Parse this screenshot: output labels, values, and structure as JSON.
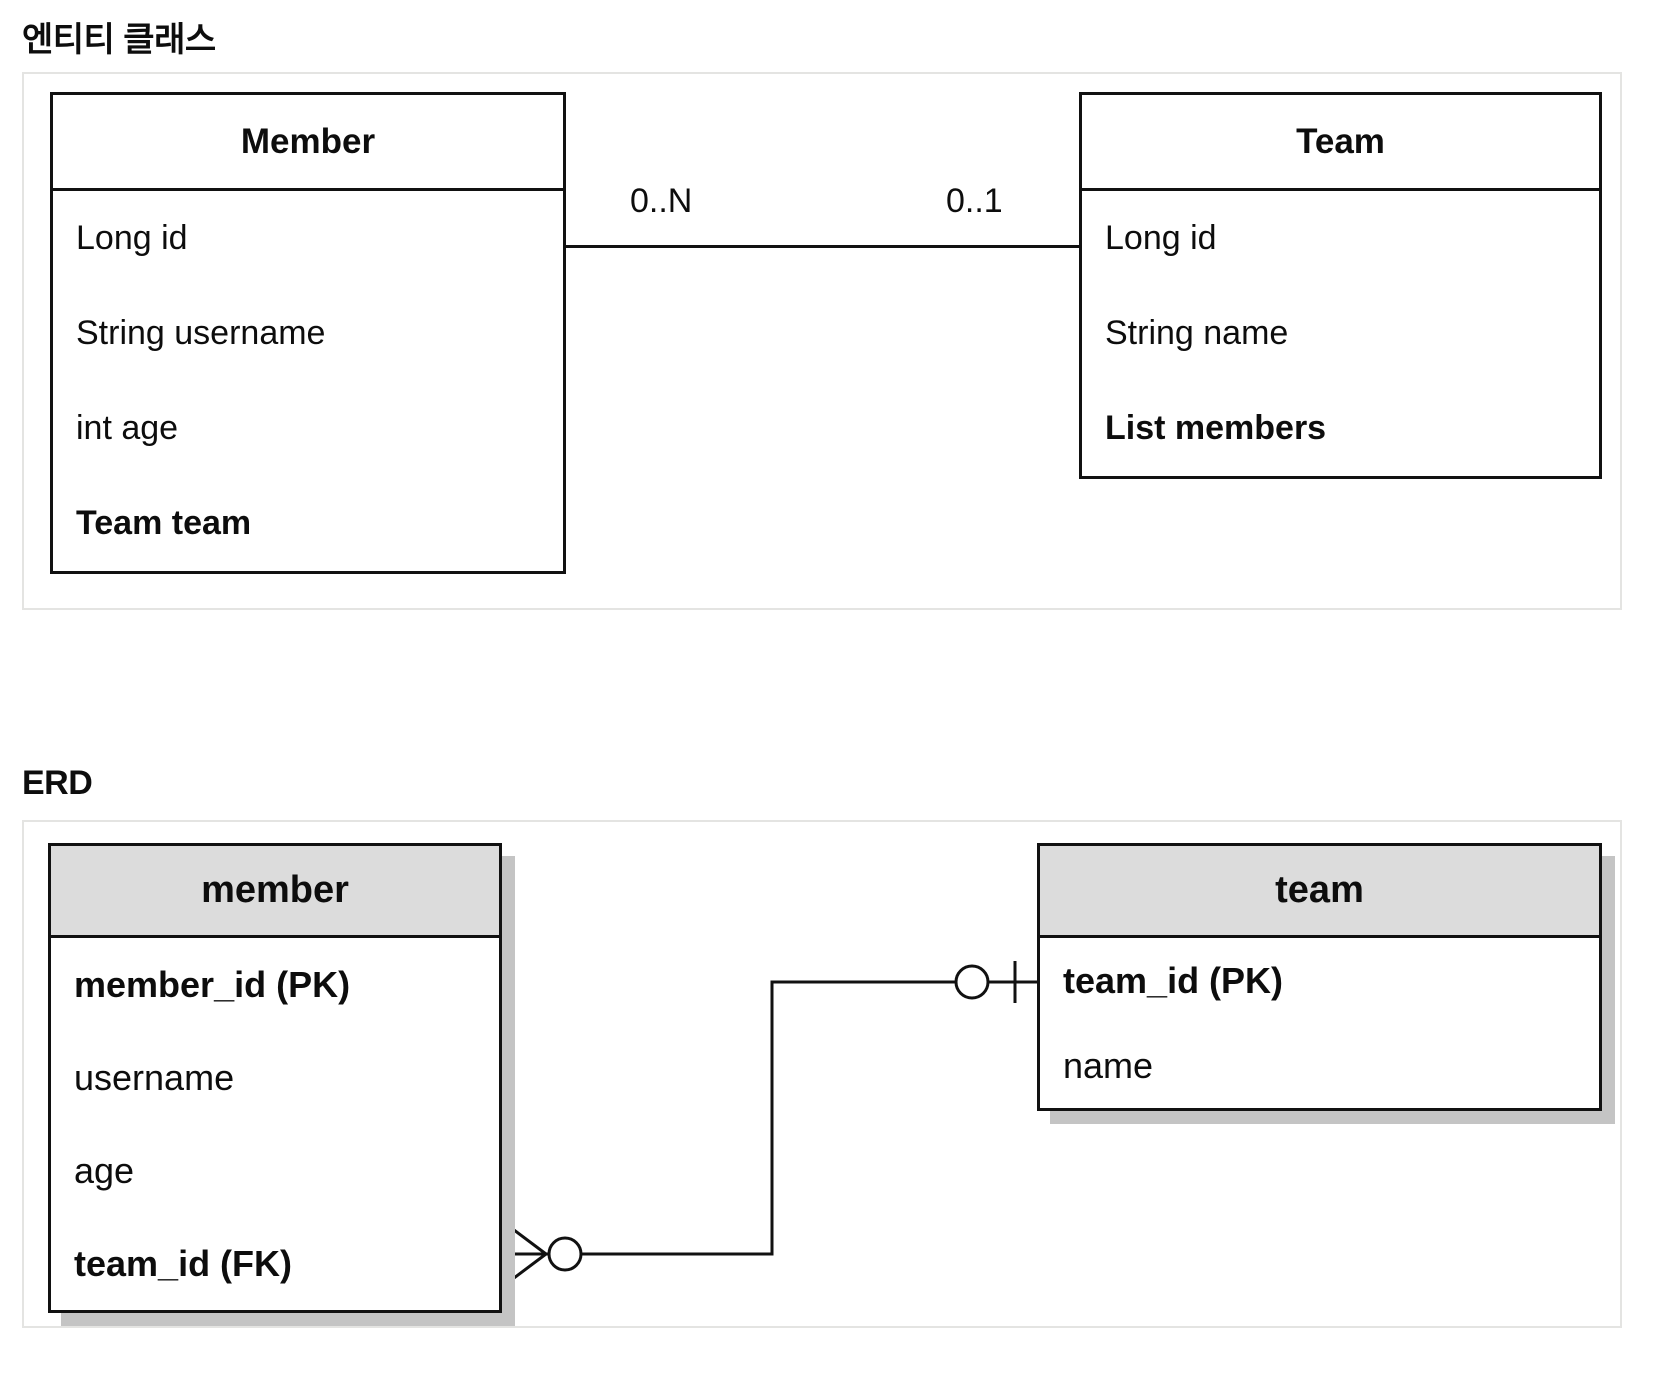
{
  "page": {
    "background": "#ffffff"
  },
  "colors": {
    "stroke": "#111111",
    "text": "#0d0d0d",
    "panel_border": "#e4e4e2",
    "erd_header_bg": "#dcdcdc",
    "erd_shadow": "#c4c4c4"
  },
  "entity_section": {
    "heading": "엔티티 클래스",
    "member_class": {
      "title": "Member",
      "fields": [
        {
          "label": "Long id"
        },
        {
          "label": "String username"
        },
        {
          "label": "int age"
        },
        {
          "label": "Team team"
        }
      ]
    },
    "team_class": {
      "title": "Team",
      "fields": [
        {
          "label": "Long id"
        },
        {
          "label": "String name"
        },
        {
          "label": "List members"
        }
      ]
    },
    "relationship": {
      "member_side_multiplicity": "0..N",
      "team_side_multiplicity": "0..1"
    }
  },
  "erd_section": {
    "heading": "ERD",
    "member_table": {
      "title": "member",
      "fields": [
        {
          "label": "member_id (PK)"
        },
        {
          "label": "username"
        },
        {
          "label": "age"
        },
        {
          "label": "team_id (FK)"
        }
      ]
    },
    "team_table": {
      "title": "team",
      "fields": [
        {
          "label": "team_id (PK)"
        },
        {
          "label": "name"
        }
      ]
    },
    "relationship": {
      "member_end_notation": "zero-or-many (circle + crow's foot)",
      "team_end_notation": "zero-or-one (circle + bar)"
    }
  }
}
